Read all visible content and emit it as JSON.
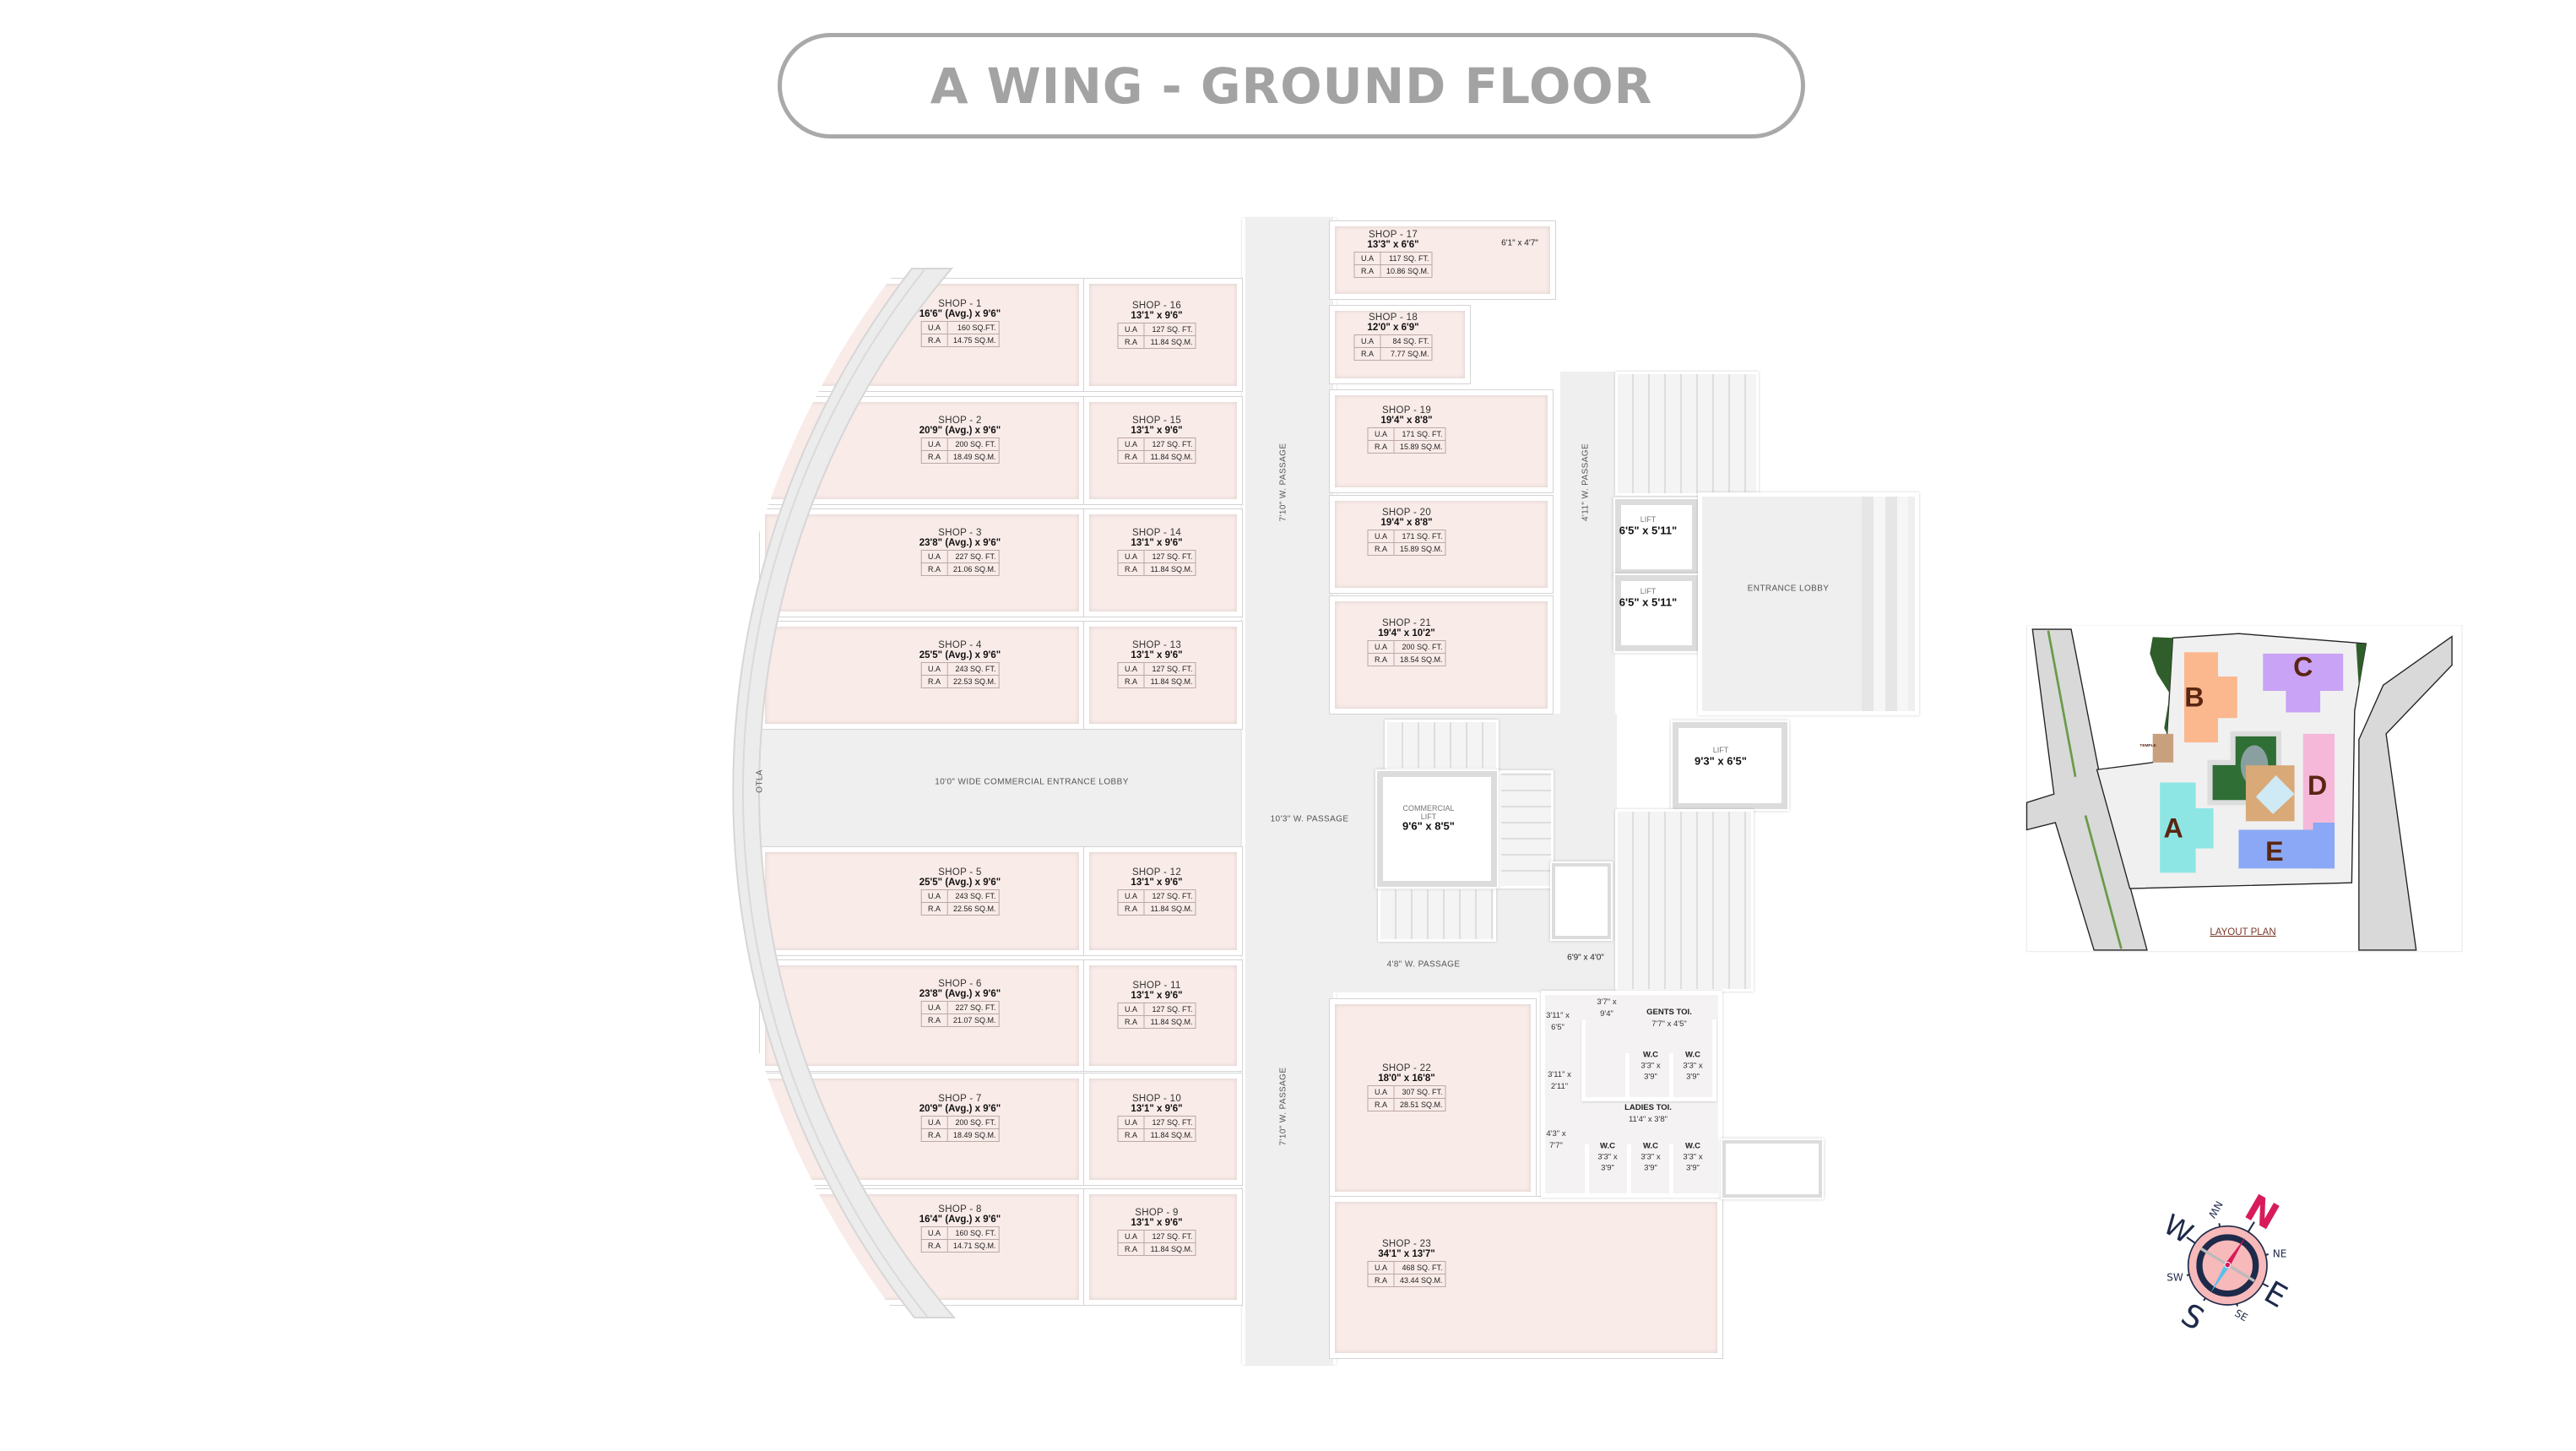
{
  "title": "A WING - GROUND FLOOR",
  "table_labels": {
    "ua": "U.A",
    "ra": "R.A"
  },
  "shops": [
    {
      "name": "SHOP - 1",
      "size": "16'6\" (Avg.) x 9'6\"",
      "ua": "160 SQ.FT.",
      "ra": "14.75 SQ.M."
    },
    {
      "name": "SHOP - 2",
      "size": "20'9\" (Avg.) x 9'6\"",
      "ua": "200 SQ. FT.",
      "ra": "18.49 SQ.M."
    },
    {
      "name": "SHOP - 3",
      "size": "23'8\" (Avg.) x 9'6\"",
      "ua": "227 SQ. FT.",
      "ra": "21.06 SQ.M."
    },
    {
      "name": "SHOP - 4",
      "size": "25'5\" (Avg.) x 9'6\"",
      "ua": "243 SQ. FT.",
      "ra": "22.53 SQ.M."
    },
    {
      "name": "SHOP - 5",
      "size": "25'5\" (Avg.) x 9'6\"",
      "ua": "243 SQ. FT.",
      "ra": "22.56 SQ.M."
    },
    {
      "name": "SHOP - 6",
      "size": "23'8\" (Avg.) x 9'6\"",
      "ua": "227 SQ. FT.",
      "ra": "21.07 SQ.M."
    },
    {
      "name": "SHOP - 7",
      "size": "20'9\" (Avg.) x 9'6\"",
      "ua": "200 SQ. FT.",
      "ra": "18.49 SQ.M."
    },
    {
      "name": "SHOP - 8",
      "size": "16'4\" (Avg.) x 9'6\"",
      "ua": "160 SQ. FT.",
      "ra": "14.71 SQ.M."
    },
    {
      "name": "SHOP - 9",
      "size": "13'1\" x 9'6\"",
      "ua": "127 SQ. FT.",
      "ra": "11.84 SQ.M."
    },
    {
      "name": "SHOP - 10",
      "size": "13'1\" x 9'6\"",
      "ua": "127 SQ. FT.",
      "ra": "11.84 SQ.M."
    },
    {
      "name": "SHOP - 11",
      "size": "13'1\" x 9'6\"",
      "ua": "127 SQ. FT.",
      "ra": "11.84 SQ.M."
    },
    {
      "name": "SHOP - 12",
      "size": "13'1\" x 9'6\"",
      "ua": "127 SQ. FT.",
      "ra": "11.84 SQ.M."
    },
    {
      "name": "SHOP - 13",
      "size": "13'1\" x 9'6\"",
      "ua": "127 SQ. FT.",
      "ra": "11.84 SQ.M."
    },
    {
      "name": "SHOP - 14",
      "size": "13'1\" x 9'6\"",
      "ua": "127 SQ. FT.",
      "ra": "11.84 SQ.M."
    },
    {
      "name": "SHOP - 15",
      "size": "13'1\" x 9'6\"",
      "ua": "127 SQ. FT.",
      "ra": "11.84 SQ.M."
    },
    {
      "name": "SHOP - 16",
      "size": "13'1\" x 9'6\"",
      "ua": "127 SQ. FT.",
      "ra": "11.84 SQ.M."
    },
    {
      "name": "SHOP - 17",
      "size": "13'3\" x 6'6\"",
      "ua": "117 SQ. FT.",
      "ra": "10.86 SQ.M."
    },
    {
      "name": "SHOP - 18",
      "size": "12'0\" x 6'9\"",
      "ua": "84 SQ. FT.",
      "ra": "7.77 SQ.M."
    },
    {
      "name": "SHOP - 19",
      "size": "19'4\" x 8'8\"",
      "ua": "171 SQ. FT.",
      "ra": "15.89 SQ.M."
    },
    {
      "name": "SHOP - 20",
      "size": "19'4\" x 8'8\"",
      "ua": "171 SQ. FT.",
      "ra": "15.89 SQ.M."
    },
    {
      "name": "SHOP - 21",
      "size": "19'4\" x 10'2\"",
      "ua": "200 SQ. FT.",
      "ra": "18.54 SQ.M."
    },
    {
      "name": "SHOP - 22",
      "size": "18'0\" x 16'8\"",
      "ua": "307 SQ. FT.",
      "ra": "28.51 SQ.M."
    },
    {
      "name": "SHOP - 23",
      "size": "34'1\" x 13'7\"",
      "ua": "468 SQ. FT.",
      "ra": "43.44 SQ.M."
    }
  ],
  "labels": {
    "otla": "OTLA",
    "commercial_lobby": "10'0\" WIDE COMMERCIAL ENTRANCE LOBBY",
    "passage_10_3": "10'3\" W. PASSAGE",
    "passage_7_10_top": "7'10\" W. PASSAGE",
    "passage_7_10_bottom": "7'10\" W. PASSAGE",
    "passage_4_11": "4'11\" W. PASSAGE",
    "passage_4_8": "4'8\" W. PASSAGE",
    "dim_shop17_annex": "6'1\" x 4'7\"",
    "dim_duct": "6'9\" x 4'0\"",
    "entrance_lobby": "ENTRANCE LOBBY"
  },
  "lifts": [
    {
      "label": "LIFT",
      "size": "6'5\" x 5'11\""
    },
    {
      "label": "LIFT",
      "size": "6'5\" x 5'11\""
    },
    {
      "label": "LIFT",
      "size": "9'3\" x 6'5\""
    },
    {
      "label_1": "COMMERCIAL",
      "label_2": "LIFT",
      "size": "9'6\" x 8'5\""
    }
  ],
  "toilets": {
    "passage_a": {
      "l1": "3'11\" x",
      "l2": "6'5\""
    },
    "passage_b": {
      "l1": "3'7\" x",
      "l2": "9'4\""
    },
    "passage_c": {
      "l1": "3'11\" x",
      "l2": "2'11\""
    },
    "passage_d": {
      "l1": "4'3\" x",
      "l2": "7'7\""
    },
    "gents": {
      "title": "GENTS TOI.",
      "size": "7'7\" x 4'5\""
    },
    "ladies": {
      "title": "LADIES TOI.",
      "size": "11'4\" x 3'8\""
    },
    "wc": {
      "title": "W.C",
      "l1": "3'3\" x",
      "l2": "3'9\""
    }
  },
  "layout_plan": {
    "title": "LAYOUT PLAN",
    "temple": "TEMPLE",
    "wings": {
      "a": "A",
      "b": "B",
      "c": "C",
      "d": "D",
      "e": "E"
    },
    "colors": {
      "a": "#8ee6e4",
      "b": "#fbb78e",
      "c": "#c9a3f5",
      "d": "#f6b8d9",
      "e": "#8aa8f5",
      "letters": "#5a2512"
    }
  },
  "compass": {
    "n": "N",
    "ne": "NE",
    "e": "E",
    "se": "SE",
    "s": "S",
    "sw": "SW",
    "w": "W",
    "nw": "NW"
  }
}
